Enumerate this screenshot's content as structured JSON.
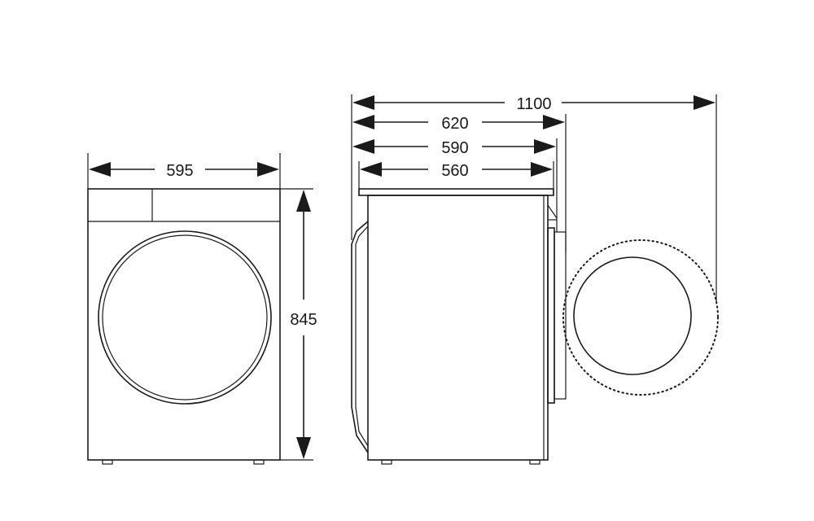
{
  "dimensions": {
    "front_width": "595",
    "height": "845",
    "depth_door_open": "1100",
    "depth_total": "620",
    "depth_with_door": "590",
    "depth_body": "560"
  }
}
